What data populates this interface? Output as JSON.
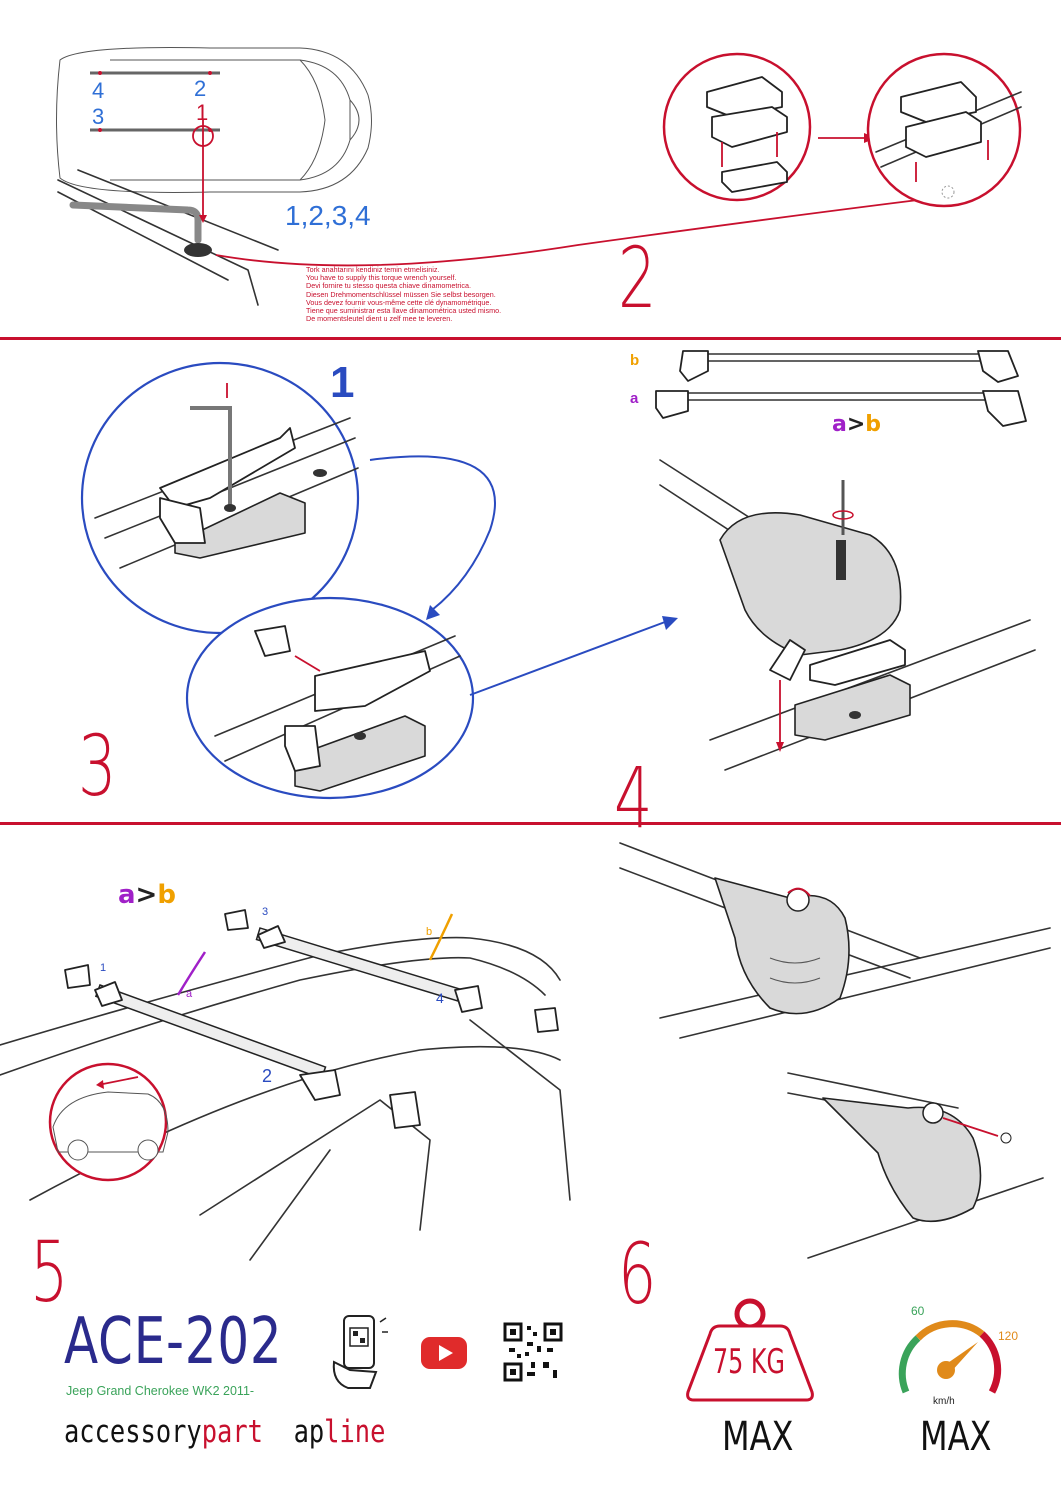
{
  "step_numbers": {
    "s2": "2",
    "s3": "3",
    "s4": "4",
    "s5": "5",
    "s6": "6",
    "s1_blue": "1"
  },
  "bar_positions": {
    "p4": "4",
    "p2": "2",
    "p3": "3",
    "p1": "1"
  },
  "sequence_label": "1,2,3,4",
  "torque_warning": [
    "Tork anahtarını kendiniz temin etmelisiniz.",
    "You have to supply this torque wrench yourself.",
    "Devi fornire tu stesso questa chiave dinamometrica.",
    "Diesen Drehmomentschlüssel müssen Sie selbst besorgen.",
    "Vous devez fournir vous-même cette clé dynamométrique.",
    "Tiene que suministrar esta llave dinamométrica usted mismo.",
    "De momentsleutel dient u zelf mee te leveren."
  ],
  "step4": {
    "label_b": "b",
    "label_a": "a",
    "order_a": "a",
    "order_gt": ">",
    "order_b": "b"
  },
  "step5": {
    "order_a": "a",
    "order_gt": ">",
    "order_b": "b",
    "n1": "1",
    "n2": "2",
    "n3": "3",
    "n4": "4",
    "la": "a",
    "lb": "b"
  },
  "footer": {
    "model": "ACE-202",
    "vehicle": "Jeep Grand Cherokee WK2 2011-",
    "brand_part1": "accessory",
    "brand_part2": "part",
    "brand_part3": "ap",
    "brand_part4": "line",
    "weight_value": "75 KG",
    "weight_label": "MAX",
    "speed_label": "MAX",
    "speed_unit": "km/h",
    "speed_60": "60",
    "speed_120": "120"
  },
  "icons": [
    "phone-scan-icon",
    "youtube-icon",
    "qr-code-icon",
    "weight-icon",
    "speedometer-icon"
  ],
  "colors": {
    "accent_red": "#c8102e",
    "blue": "#2f6fd6",
    "purple": "#a020c8",
    "orange": "#f0a000",
    "navy": "#2a2a8c",
    "green": "#3aa35a"
  }
}
